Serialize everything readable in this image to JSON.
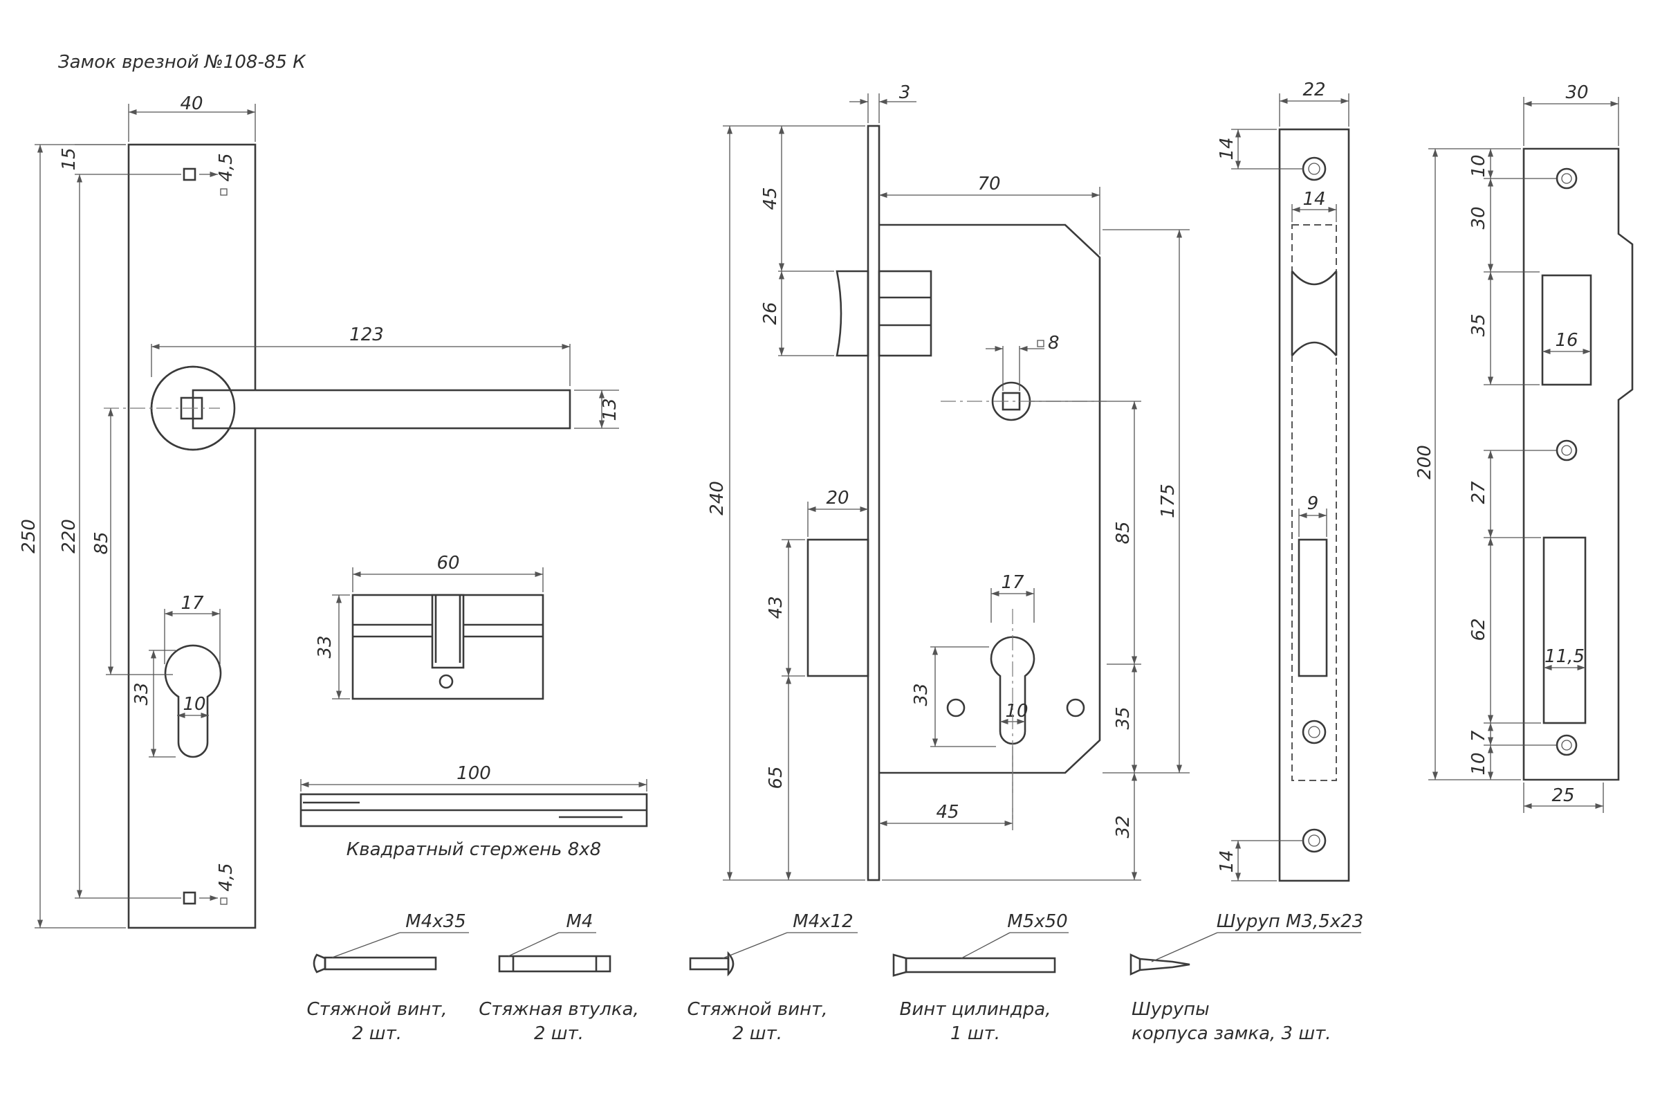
{
  "title": "Замок врезной №108-85 К",
  "rod_caption": "Квадратный стержень 8х8",
  "dimensions": {
    "plate_width": "40",
    "plate_top": "15",
    "square_top": "4,5",
    "plate_height": "250",
    "handle_span": "220",
    "handle_to_cyl": "85",
    "handle_len": "123",
    "handle_thick": "13",
    "cyl_w": "17",
    "cyl_h": "33",
    "cyl_slot": "10",
    "square_bottom": "4,5",
    "cylinder_len": "60",
    "cylinder_h": "33",
    "rod_len": "100",
    "face_thick": "3",
    "lock_total": "240",
    "lock_top": "45",
    "latch_h": "26",
    "bolt_ext": "20",
    "bolt_h": "43",
    "bolt_below": "65",
    "body_depth": "70",
    "square_hole": "8",
    "body_h": "175",
    "spindle_to_cyl": "85",
    "cyl_to_bottom": "35",
    "bottom_gap": "32",
    "backset": "45",
    "lk_cyl_w": "17",
    "lk_cyl_h": "33",
    "lk_cyl_slot": "10",
    "fp_width": "22",
    "fp_top": "14",
    "fp_cut_w": "14",
    "fp_slot_w": "9",
    "fp_bottom": "14",
    "sp_width": "30",
    "sp_top1": "10",
    "sp_top2": "30",
    "sp_win1": "35",
    "sp_win1_w": "16",
    "sp_total": "200",
    "sp_gap": "27",
    "sp_win2": "62",
    "sp_win2_w": "11,5",
    "sp_b1": "7",
    "sp_b2": "10",
    "sp_bw": "25"
  },
  "hardware": [
    {
      "spec": "М4х35",
      "caption1": "Стяжной винт,",
      "caption2": "2 шт."
    },
    {
      "spec": "М4",
      "caption1": "Стяжная втулка,",
      "caption2": "2 шт."
    },
    {
      "spec": "М4х12",
      "caption1": "Стяжной винт,",
      "caption2": "2 шт."
    },
    {
      "spec": "М5х50",
      "caption1": "Винт цилиндра,",
      "caption2": "1 шт."
    },
    {
      "spec": "Шуруп М3,5х23",
      "caption1": "Шурупы",
      "caption2": "корпуса замка, 3 шт."
    }
  ]
}
